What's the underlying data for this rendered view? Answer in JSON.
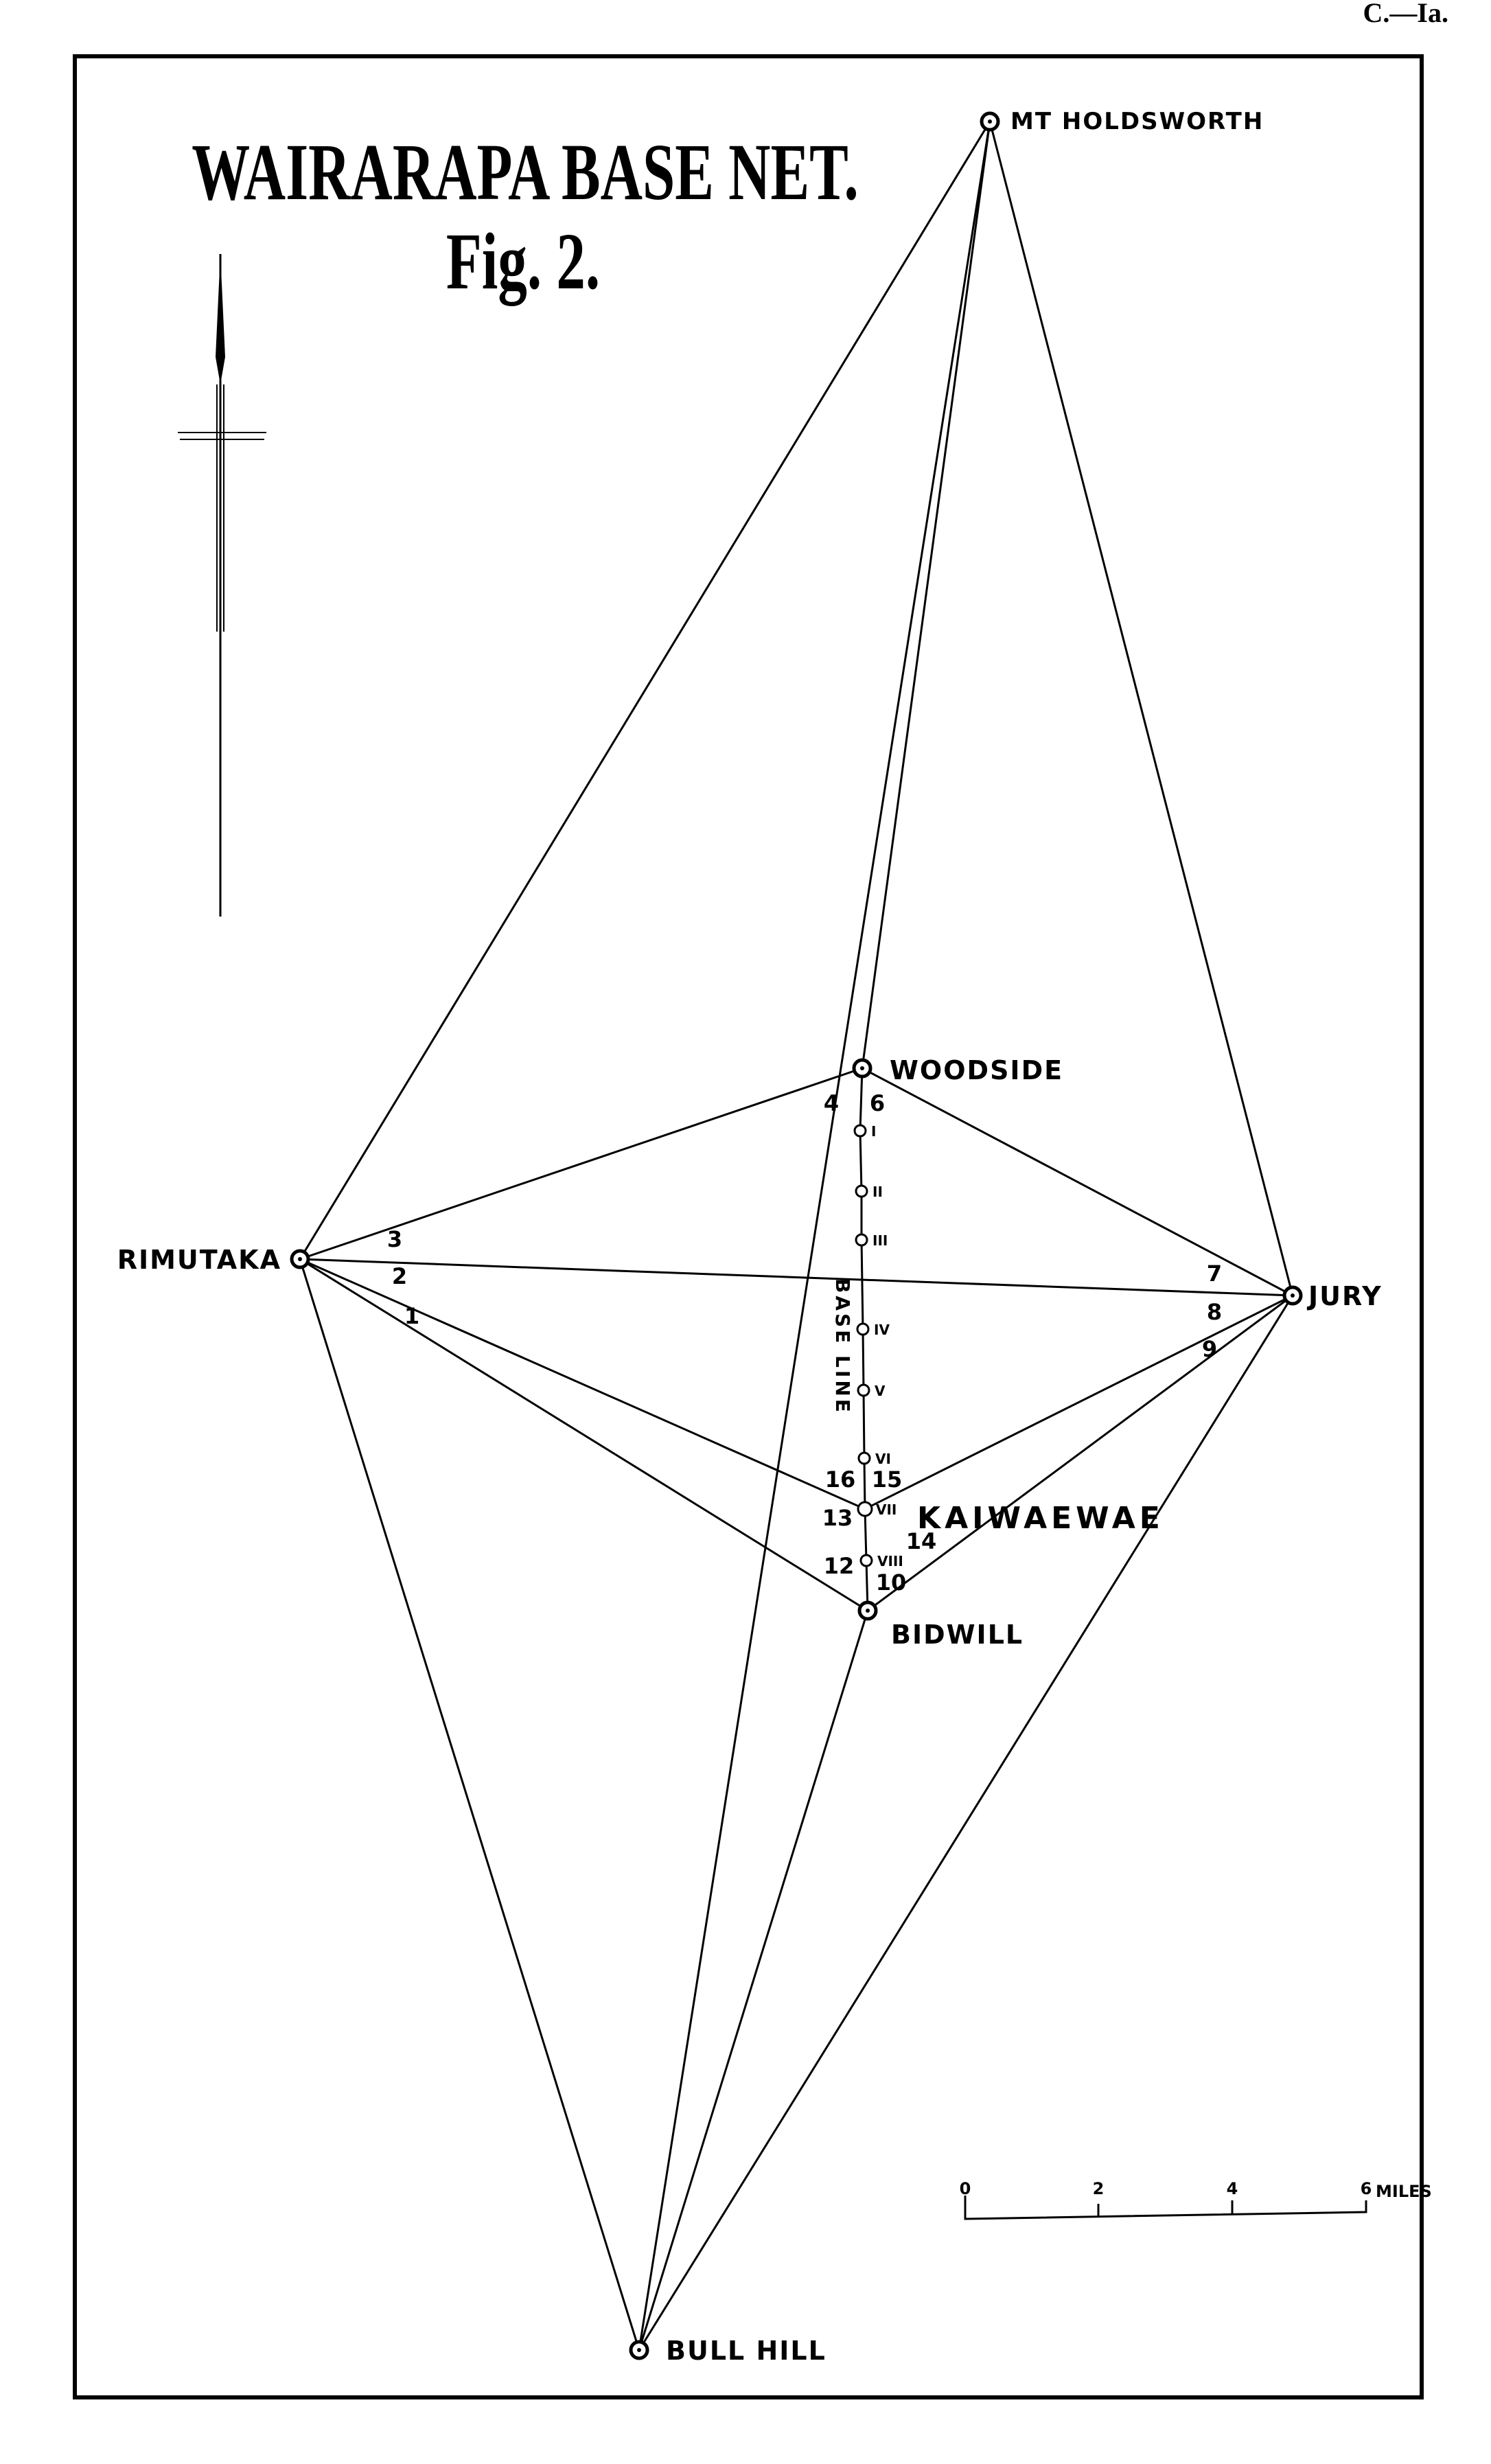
{
  "page_ref": "C.—Ia.",
  "title": "WAIRARAPA BASE NET.",
  "figure": "Fig. 2.",
  "stations": {
    "holdsworth": "MT HOLDSWORTH",
    "woodside": "WOODSIDE",
    "rimutaka": "RIMUTAKA",
    "jury": "JURY",
    "kaiwaewae": "KAIWAEWAE",
    "bidwill": "BIDWILL",
    "bullhill": "BULL HILL"
  },
  "base_line_label": "BASE LINE",
  "base_points": [
    "I",
    "II",
    "III",
    "IV",
    "V",
    "VI",
    "VII",
    "VIII"
  ],
  "angles": [
    "1",
    "2",
    "3",
    "4",
    "6",
    "7",
    "8",
    "9",
    "10",
    "12",
    "13",
    "14",
    "15",
    "16"
  ],
  "scale": {
    "ticks": [
      "0",
      "2",
      "4",
      "6"
    ],
    "unit": "MILES"
  }
}
